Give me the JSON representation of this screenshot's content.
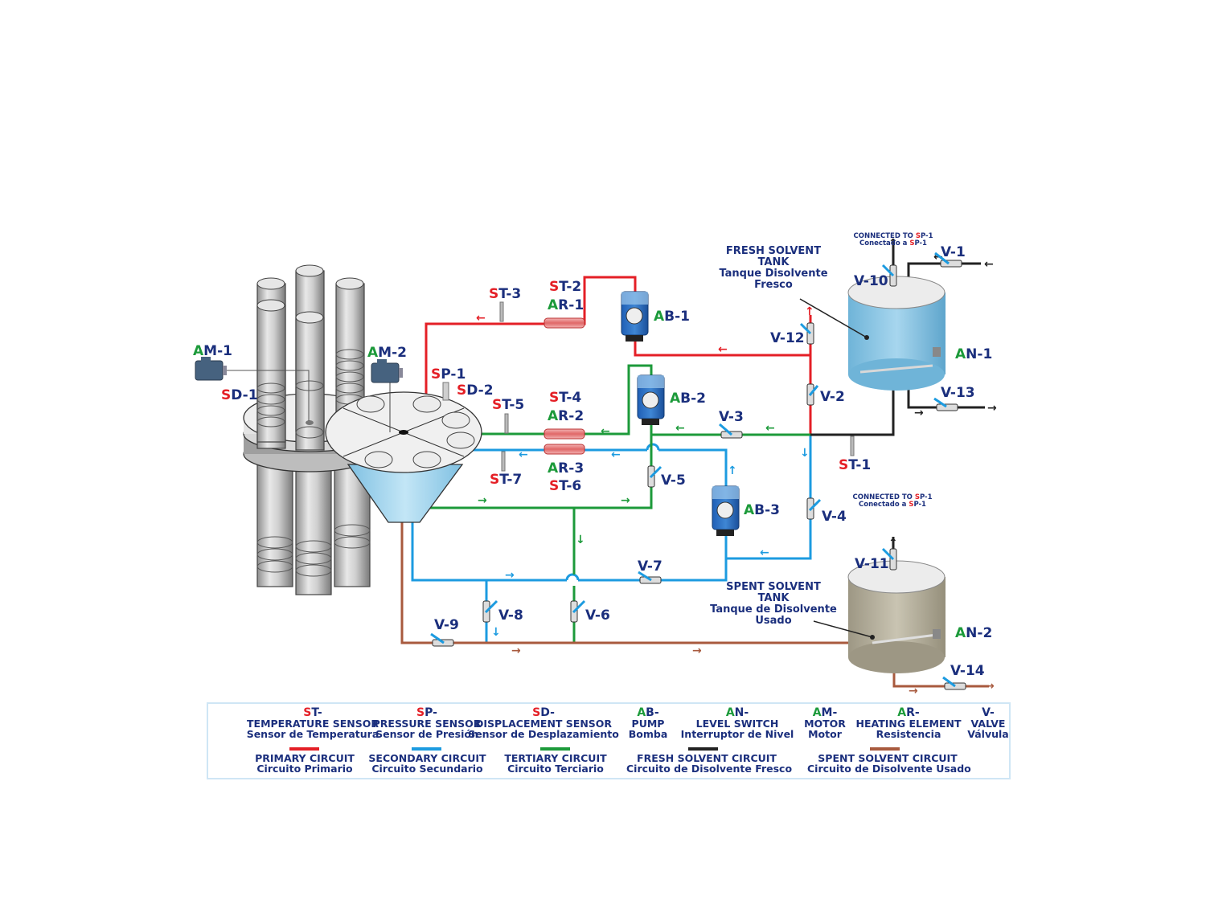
{
  "colors": {
    "primary_circuit": "#e41f26",
    "secondary_circuit": "#1c9be0",
    "tertiary_circuit": "#1c9a3a",
    "fresh_solvent_circuit": "#222222",
    "spent_solvent_circuit": "#a85a3e",
    "label_text": "#1b2f7d",
    "sensor_prefix": "#e41f26",
    "actuator_prefix": "#1c9a3a"
  },
  "labels": {
    "AM1": {
      "p": "A",
      "r": "M-1"
    },
    "AM2": {
      "p": "A",
      "r": "M-2"
    },
    "SD1": {
      "p": "S",
      "r": "D-1"
    },
    "SD2": {
      "p": "S",
      "r": "D-2"
    },
    "SP1": {
      "p": "S",
      "r": "P-1"
    },
    "ST1": {
      "p": "S",
      "r": "T-1"
    },
    "ST2": {
      "p": "S",
      "r": "T-2"
    },
    "ST3": {
      "p": "S",
      "r": "T-3"
    },
    "ST4": {
      "p": "S",
      "r": "T-4"
    },
    "ST5": {
      "p": "S",
      "r": "T-5"
    },
    "ST6": {
      "p": "S",
      "r": "T-6"
    },
    "ST7": {
      "p": "S",
      "r": "T-7"
    },
    "AR1": {
      "p": "A",
      "r": "R-1"
    },
    "AR2": {
      "p": "A",
      "r": "R-2"
    },
    "AR3": {
      "p": "A",
      "r": "R-3"
    },
    "AB1": {
      "p": "A",
      "r": "B-1"
    },
    "AB2": {
      "p": "A",
      "r": "B-2"
    },
    "AB3": {
      "p": "A",
      "r": "B-3"
    },
    "AN1": {
      "p": "A",
      "r": "N-1"
    },
    "AN2": {
      "p": "A",
      "r": "N-2"
    },
    "V1": "V-1",
    "V2": "V-2",
    "V3": "V-3",
    "V4": "V-4",
    "V5": "V-5",
    "V6": "V-6",
    "V7": "V-7",
    "V8": "V-8",
    "V9": "V-9",
    "V10": "V-10",
    "V11": "V-11",
    "V12": "V-12",
    "V13": "V-13",
    "V14": "V-14"
  },
  "fresh_tank": {
    "title_en_1": "FRESH SOLVENT",
    "title_en_2": "TANK",
    "title_es_1": "Tanque Disolvente",
    "title_es_2": "Fresco",
    "connected_en_pre": "CONNECTED TO ",
    "connected_es_pre": "Conectado a ",
    "connected_p": "S",
    "connected_r": "P-1"
  },
  "spent_tank": {
    "title_en_1": "SPENT SOLVENT",
    "title_en_2": "TANK",
    "title_es_1": "Tanque de Disolvente",
    "title_es_2": "Usado",
    "connected_en_pre": "CONNECTED TO ",
    "connected_es_pre": "Conectado a ",
    "connected_p": "S",
    "connected_r": "P-1"
  },
  "legend": {
    "components": [
      {
        "code_p": "S",
        "code_r": "T-",
        "prefix_color": "red",
        "en": "TEMPERATURE SENSOR",
        "es": "Sensor de Temperatura"
      },
      {
        "code_p": "S",
        "code_r": "P-",
        "prefix_color": "red",
        "en": "PRESSURE SENSOR",
        "es": "Sensor de Presión"
      },
      {
        "code_p": "S",
        "code_r": "D-",
        "prefix_color": "red",
        "en": "DISPLACEMENT SENSOR",
        "es": "Sensor de Desplazamiento"
      },
      {
        "code_p": "A",
        "code_r": "B-",
        "prefix_color": "green",
        "en": "PUMP",
        "es": "Bomba"
      },
      {
        "code_p": "A",
        "code_r": "N-",
        "prefix_color": "green",
        "en": "LEVEL SWITCH",
        "es": "Interruptor de Nivel"
      },
      {
        "code_p": "A",
        "code_r": "M-",
        "prefix_color": "green",
        "en": "MOTOR",
        "es": "Motor"
      },
      {
        "code_p": "A",
        "code_r": "R-",
        "prefix_color": "green",
        "en": "HEATING ELEMENT",
        "es": "Resistencia"
      },
      {
        "code_p": "",
        "code_r": "V-",
        "prefix_color": "none",
        "en": "VALVE",
        "es": "Válvula"
      }
    ],
    "circuits": [
      {
        "en": "PRIMARY CIRCUIT",
        "es": "Circuito Primario",
        "color": "#e41f26"
      },
      {
        "en": "SECONDARY CIRCUIT",
        "es": "Circuito Secundario",
        "color": "#1c9be0"
      },
      {
        "en": "TERTIARY CIRCUIT",
        "es": "Circuito Terciario",
        "color": "#1c9a3a"
      },
      {
        "en": "FRESH SOLVENT CIRCUIT",
        "es": "Circuito de Disolvente Fresco",
        "color": "#222222"
      },
      {
        "en": "SPENT SOLVENT CIRCUIT",
        "es": "Circuito de Disolvente Usado",
        "color": "#a85a3e"
      }
    ]
  }
}
